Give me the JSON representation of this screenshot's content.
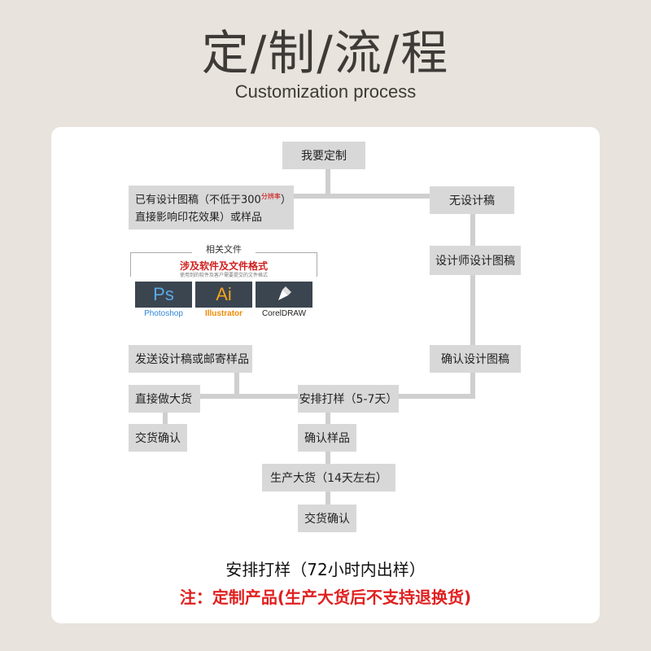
{
  "header": {
    "title": "定/制/流/程",
    "subtitle": "Customization process"
  },
  "flow": {
    "start": "我要定制",
    "have_design_line1": "已有设计图稿（不低于300",
    "have_design_sup": "分辨率",
    "have_design_line1_end": "）",
    "have_design_line2": "直接影响印花效果）或样品",
    "no_design": "无设计稿",
    "designer_drafts": "设计师设计图稿",
    "confirm_drafts": "确认设计图稿",
    "send_drafts": "发送设计稿或邮寄样品",
    "direct_bulk": "直接做大货",
    "deliver_confirm_left": "交货确认",
    "arrange_sample": "安排打样（5-7天）",
    "confirm_sample": "确认样品",
    "production": "生产大货（14天左右）",
    "deliver_confirm_bottom": "交货确认"
  },
  "files": {
    "header": "相关文件",
    "headline": "涉及软件及文件格式",
    "subline": "使用到的软件及客户需要提交的文件格式",
    "apps": [
      {
        "icon": "Ps",
        "name": "Photoshop",
        "icon_color": "#5aa9e6",
        "name_color": "#2f86d6"
      },
      {
        "icon": "Ai",
        "name": "Illustrator",
        "icon_color": "#f7a21b",
        "name_color": "#f08a00"
      },
      {
        "icon": "",
        "name": "CorelDRAW",
        "icon_color": "#ffffff",
        "name_color": "#222222"
      }
    ]
  },
  "notes": {
    "line1": "安排打样（72小时内出样）",
    "line2": "注：定制产品(生产大货后不支持退换货)"
  }
}
